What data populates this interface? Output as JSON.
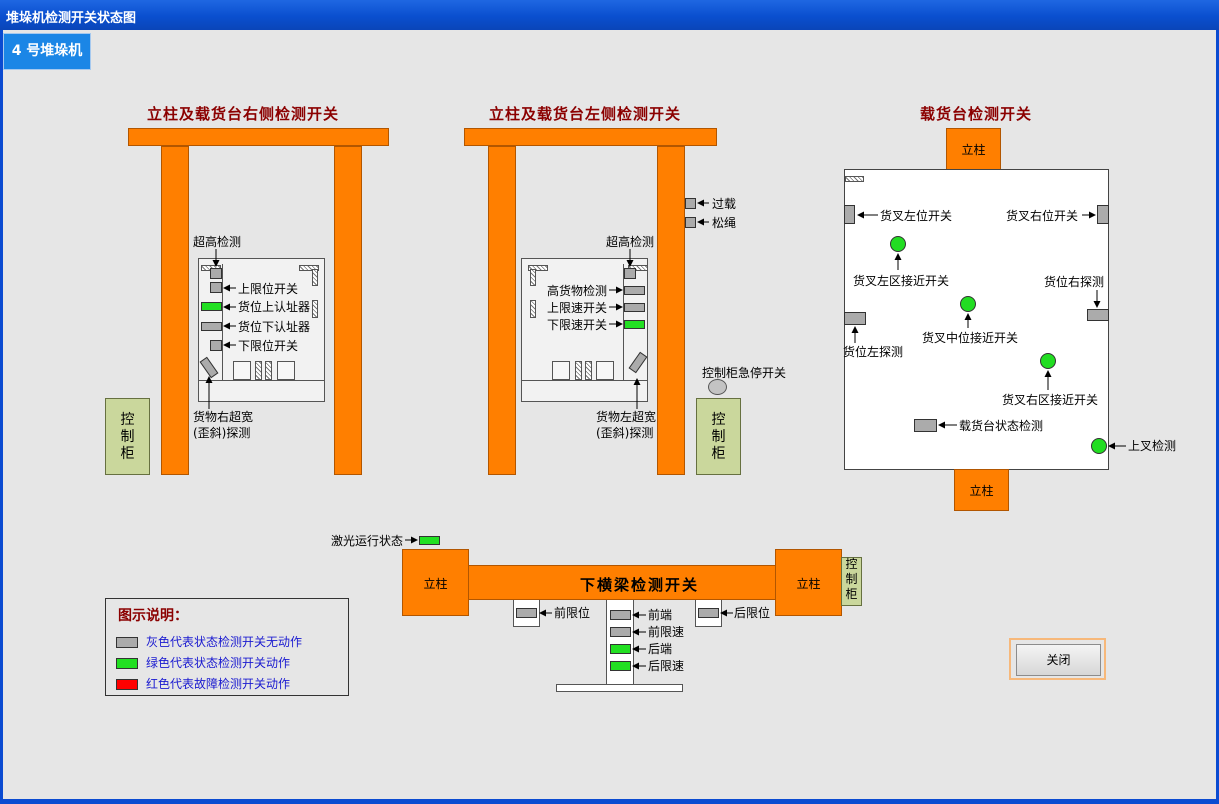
{
  "window": {
    "title": "堆垛机检测开关状态图",
    "tab": "4 号堆垛机"
  },
  "colors": {
    "orange": "#ff7f00",
    "tan": "#cad79c",
    "gray_switch": "#ababab",
    "green_switch": "#22e022",
    "red_switch": "#ff0000",
    "title_blue": "#0a4fcf",
    "heading_red": "#8b0000"
  },
  "right_panel": {
    "title": "立柱及载货台右侧检测开关",
    "over_height": "超高检测",
    "upper_limit": "上限位开关",
    "cargo_upper": "货位上认址器",
    "cargo_lower": "货位下认址器",
    "lower_limit": "下限位开关",
    "wide_line1": "货物右超宽",
    "wide_line2": "(歪斜)探测",
    "cabinet": "控\n制\n柜"
  },
  "left_panel": {
    "title": "立柱及载货台左侧检测开关",
    "overload": "过载",
    "slack_rope": "松绳",
    "over_height": "超高检测",
    "high_cargo": "高货物检测",
    "upper_speed": "上限速开关",
    "lower_speed": "下限速开关",
    "wide_line1": "货物左超宽",
    "wide_line2": "(歪斜)探测",
    "estop": "控制柜急停开关",
    "cabinet": "控\n制\n柜"
  },
  "platform": {
    "title": "载货台检测开关",
    "pillar_top": "立柱",
    "pillar_bottom": "立柱",
    "fork_left": "货叉左位开关",
    "fork_right": "货叉右位开关",
    "fork_left_zone": "货叉左区接近开关",
    "slot_right": "货位右探测",
    "slot_left": "货位左探测",
    "fork_mid": "货叉中位接近开关",
    "fork_right_zone": "货叉右区接近开关",
    "platform_status": "载货台状态检测",
    "upper_fork": "上叉检测"
  },
  "beam": {
    "title": "下横梁检测开关",
    "laser": "激光运行状态",
    "pillar_left": "立柱",
    "pillar_right": "立柱",
    "cabinet": "控\n制\n柜",
    "front_limit": "前限位",
    "rear_limit": "后限位",
    "front_end": "前端",
    "front_speed": "前限速",
    "rear_end": "后端",
    "rear_speed": "后限速"
  },
  "legend": {
    "title": "图示说明：",
    "gray": "灰色代表状态检测开关无动作",
    "green": "绿色代表状态检测开关动作",
    "red": "红色代表故障检测开关动作"
  },
  "buttons": {
    "close": "关闭"
  }
}
